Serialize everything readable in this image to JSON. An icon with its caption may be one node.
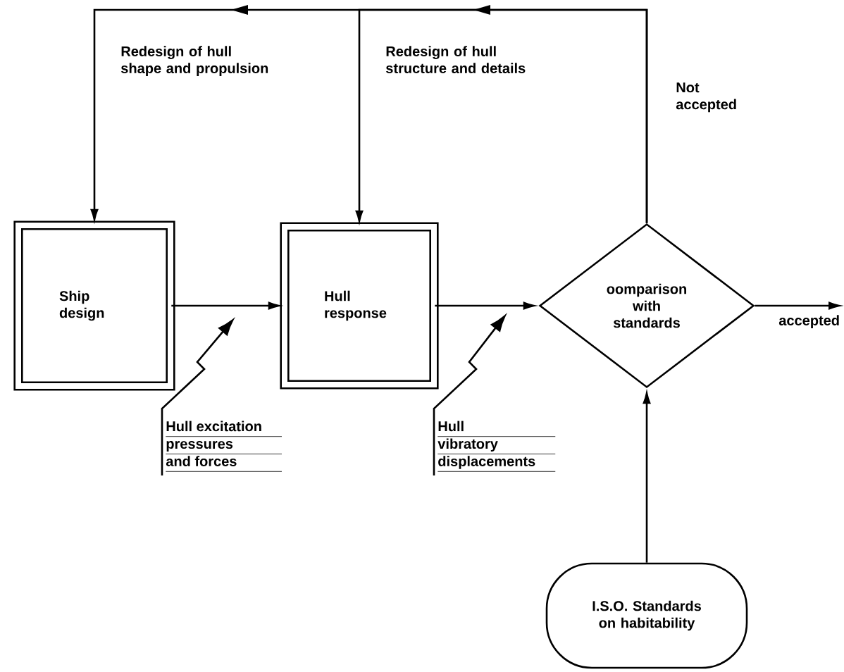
{
  "diagram": {
    "nodes": [
      {
        "text": [
          "Ship design"
        ]
      },
      {
        "text": [
          "Hull response"
        ]
      },
      {
        "text": [
          "oomparison with standards"
        ]
      },
      {
        "text": [
          "I.S.O. Standards on habitability"
        ]
      },
      {
        "text": [
          "Hull excitation",
          "pressures",
          "and forces"
        ]
      },
      {
        "text": [
          "Hull",
          "vibratory",
          "displacements"
        ]
      }
    ],
    "edges": [
      {
        "from": 0,
        "to": 1,
        "arrow": "to"
      },
      {
        "from": 1,
        "to": 2,
        "arrow": "to"
      },
      {
        "from": 2,
        "to": null,
        "arrow": "to",
        "label": "accepted"
      },
      {
        "from": 3,
        "to": 2,
        "arrow": "to"
      },
      {
        "from": 2,
        "to": 0,
        "arrow": "to",
        "label": "Redesign of hull shape and propulsion"
      },
      {
        "from": 2,
        "to": 1,
        "arrow": "to",
        "label": "Redesign of hull structure and details"
      },
      {
        "from": 4,
        "to": null,
        "arrow": "to"
      },
      {
        "from": 5,
        "to": null,
        "arrow": "to"
      }
    ],
    "labels": [
      "Not accepted"
    ]
  }
}
